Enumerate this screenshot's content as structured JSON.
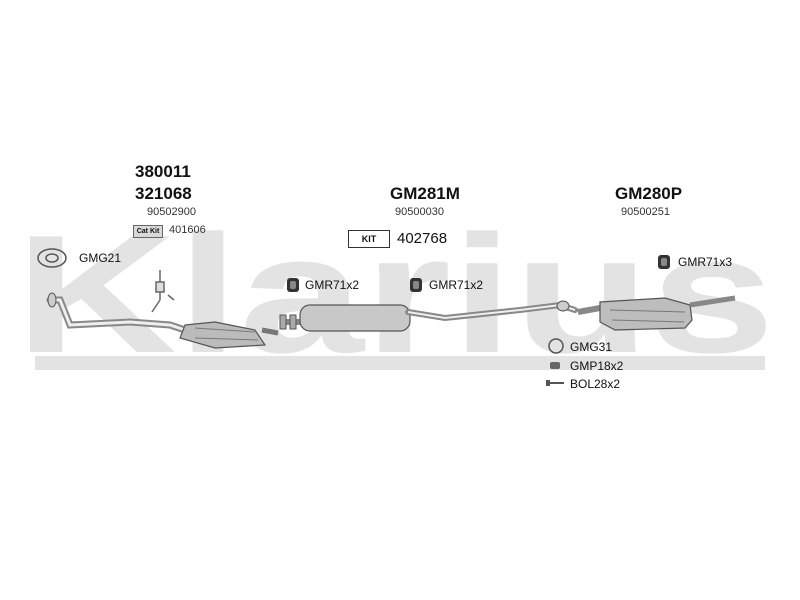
{
  "watermark": {
    "text": "Klarius",
    "color": "#e3e3e3"
  },
  "assemblies": {
    "front": {
      "part_a": "380011",
      "part_b": "321068",
      "oe": "90502900"
    },
    "middle": {
      "part": "GM281M",
      "oe": "90500030"
    },
    "rear": {
      "part": "GM280P",
      "oe": "90500251"
    }
  },
  "catkit": {
    "label": "Cat Kit",
    "number": "401606"
  },
  "kit": {
    "label": "KIT",
    "number": "402768"
  },
  "fittings": {
    "gasket_front": "GMG21",
    "hanger_1": "GMR71x2",
    "hanger_2": "GMR71x2",
    "hanger_rear": "GMR71x3",
    "gasket_rear": "GMG31",
    "clamp": "GMP18x2",
    "bolt": "BOL28x2"
  }
}
